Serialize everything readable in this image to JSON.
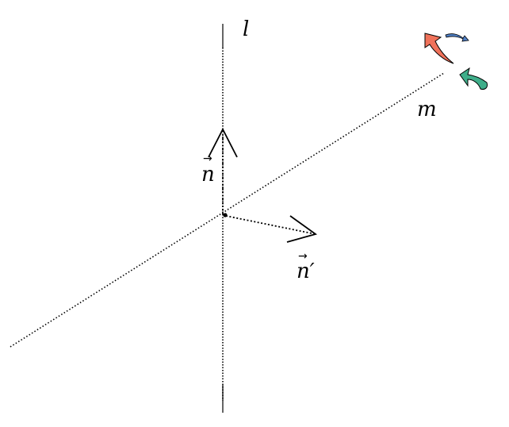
{
  "diagram": {
    "labels": {
      "line_l": "l",
      "line_m": "m",
      "vector_n": "n",
      "vector_n_prime": "n′",
      "vector_arrow_symbol": "→"
    },
    "icons": {
      "rotate_widget": "rotate-arrows-icon"
    },
    "colors": {
      "ink": "#000000",
      "rotate_red": "#f0725a",
      "rotate_green": "#3fae8a",
      "rotate_blue": "#4f7fc4"
    }
  }
}
